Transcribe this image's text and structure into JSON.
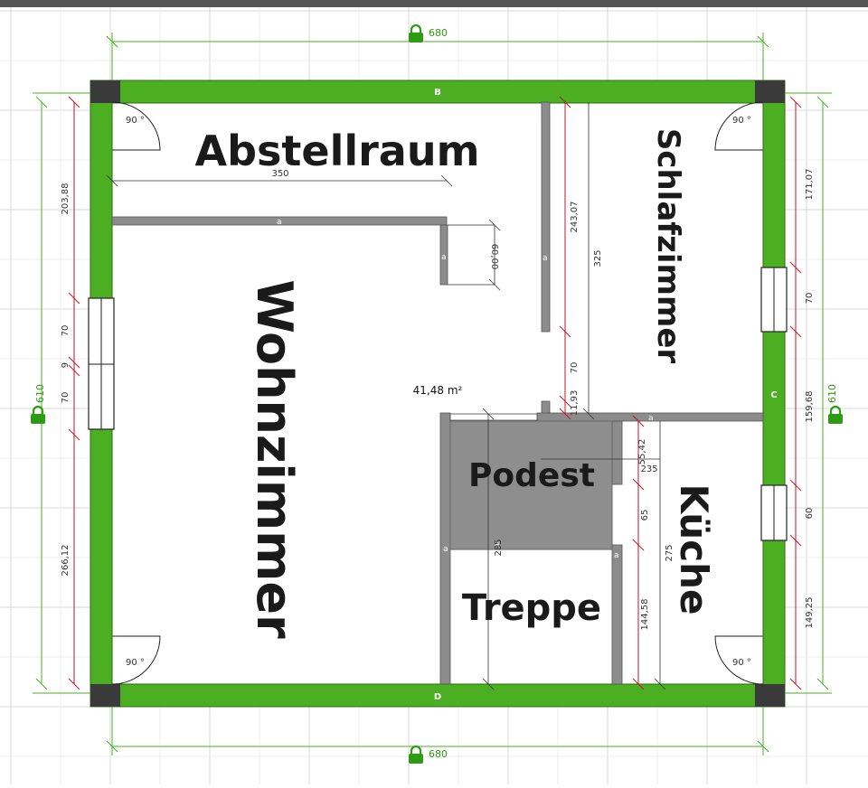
{
  "plan": {
    "area": "41,48 m²",
    "walls": {
      "top": "B",
      "right": "C",
      "bottom": "D"
    },
    "rooms": {
      "abstellraum": "Abstellraum",
      "wohnzimmer": "Wohnzimmer",
      "schlafzimmer": "Schlafzimmer",
      "podest": "Podest",
      "treppe": "Treppe",
      "kueche": "Küche"
    },
    "dimensions": {
      "overall_width_top": "680",
      "overall_width_bottom": "680",
      "overall_height_left": "610",
      "overall_height_right": "610",
      "left_203": "203,88",
      "left_70a": "70",
      "left_9": "9",
      "left_70b": "70",
      "left_266": "266,12",
      "right_171": "171,07",
      "right_70": "70",
      "right_159": "159,68",
      "right_60": "60",
      "right_149": "149,25",
      "abstell_width": "350",
      "niche_60": "60,00",
      "schlaf_243": "243,07",
      "schlaf_325": "325",
      "schlaf_70": "70",
      "schlaf_1193": "11,93",
      "podest_5542": "55,42",
      "podest_235": "235",
      "treppe_65": "65",
      "treppe_285": "285",
      "kueche_275": "275",
      "kueche_14458": "144,58"
    },
    "angles": {
      "tl": "90 °",
      "tr": "90 °",
      "bl": "90 °",
      "br": "90 °"
    },
    "wall_marker": "a"
  }
}
